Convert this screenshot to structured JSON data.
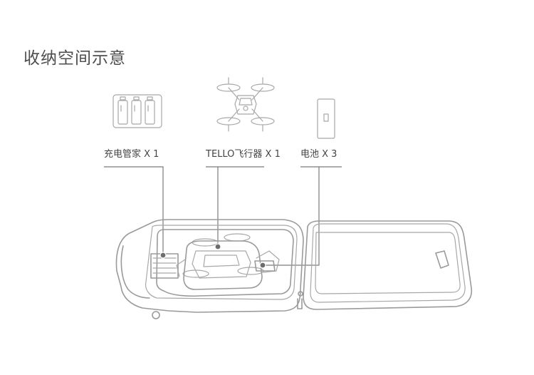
{
  "title": "收纳空间示意",
  "items": [
    {
      "label": "充电管家 X 1",
      "icon": "battery-charging-hub-icon"
    },
    {
      "label": "TELLO飞行器 X 1",
      "icon": "drone-icon"
    },
    {
      "label": "电池 X 3",
      "icon": "battery-icon"
    }
  ]
}
